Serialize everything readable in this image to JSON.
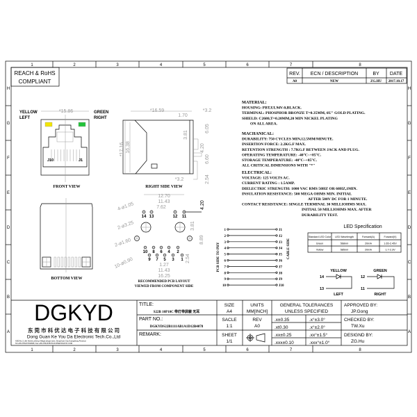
{
  "frame": {
    "columns": [
      "1",
      "2",
      "3",
      "4",
      "5",
      "6",
      "7",
      "8"
    ],
    "rows": [
      "H",
      "G",
      "F",
      "E",
      "D",
      "C",
      "B",
      "A"
    ]
  },
  "compliance": {
    "line1": "REACH & RoHS",
    "line2": "COMPLIANT"
  },
  "revision_table": {
    "headers": [
      "REV.",
      "ECN / DESCRIPTION",
      "BY",
      "DATE"
    ],
    "row": [
      "A0",
      "NEW",
      "ZG.HU",
      "2017.10.17"
    ]
  },
  "views": {
    "front": {
      "label": "FRONT VIEW",
      "yellow": "YELLOW",
      "left": "LEFT",
      "green": "GREEN",
      "right": "RIGHT",
      "width_dim": "*15.86",
      "pin_left": "J10",
      "pin_right": "J1"
    },
    "side": {
      "label": "RIGHT SIDE VIEW",
      "dims": [
        "*16.59",
        "1.70",
        "*3.2",
        "*17.16",
        "16.38",
        "3.81",
        "6.05",
        "4.20",
        "6.60",
        "2.54",
        "*3.2"
      ]
    },
    "bottom": {
      "label": "BOTTOM VIEW"
    },
    "pcb": {
      "line1": "RECOMMENDED PCB LAYOUT",
      "line2": "VIEWED FROM COMPONENT SIDE",
      "dims": [
        "12.70",
        "11.43",
        "7.62",
        "4.20",
        "3.81",
        "8.89",
        "2.54",
        "1.27",
        "11.43",
        "16.25"
      ],
      "callouts": [
        "4-ø1.05",
        "2-ø3.25",
        "2-ø1.60",
        "10-ø0.90"
      ],
      "pin_labels": [
        "14",
        "13",
        "12",
        "11",
        "10",
        "8",
        "6",
        "4",
        "2",
        "9",
        "7",
        "5",
        "3",
        "1"
      ]
    }
  },
  "specs": {
    "material": [
      "MATERIAL:",
      "HOUSING: PBT,UL94V-0,BLACK.",
      "TERMINAL: PHOSPHOR BRONZE T=0.35MM, 6U\" GOLD PLATING.",
      "SHIELD: C2680,T=0.20MM,20 MIN NICKEL PLATING",
      "ON ALL AREA."
    ],
    "mechanical": [
      "MACHANICAL:",
      "DURABILITY: 750 CYCLES MIN,12.5MM/MINUTE.",
      "INSERTION FORCE: 2.2KG.F MAX.",
      "RETENTION STRENGTH : 7.7KG.F BETWEEN JACK AND PLUG.",
      "OPERATING TEMPERATURE: -40°C~+85°C.",
      "STORAGE TEMPERATURE: -40°C~+85°C.",
      "ALL CRITICAL DIMENSIONS WITH \"*\""
    ],
    "electrical": [
      "ELECTRICAL:",
      "VOLTAGE: 125 VOLTS AC.",
      "CURRENT RATING : 1.5AMP.",
      "DIELECTRIC STRENGTH: 1000 VAC RMS 50HZ OR 60HZ,1MIN.",
      "INSULATION RESISTANCE: 500 MEGA OHMS MIN. INITIAL",
      "AFTER 500V DC FOR 1 MINUTE.",
      "CONTACT RESISTANCE: SINGLE TERMINAL 30 MILLIOHMS MAX.",
      "INITIAL 50 MILLIOHMS MAX. AFTER",
      "DURABILITY TEST."
    ]
  },
  "schematic": {
    "left_label": "PCB SIDE TO PHY",
    "right_label": "CABLE SIDE",
    "left_pins": [
      "1",
      "2",
      "3",
      "4",
      "5",
      "6",
      "7",
      "8",
      "9",
      "10"
    ],
    "right_pins": [
      "J1",
      "J2",
      "J3",
      "J4",
      "J5",
      "J6",
      "J7",
      "J8",
      "J9",
      "J10"
    ]
  },
  "led_spec": {
    "title": "LED Specification",
    "headers": [
      "Standard LED Color",
      "LED Wavelength",
      "Forward(A)",
      "Forward(V)"
    ],
    "rows": [
      [
        "Green",
        "568nm",
        "20mA",
        "1.65-2.45V"
      ],
      [
        "Yellow",
        "585nm",
        "20mA",
        "1.7-2.3V"
      ]
    ],
    "colors": {
      "yellow": "#f2e600",
      "green": "#22c43a"
    }
  },
  "led_circuit": {
    "yellow": {
      "label": "YELLOW",
      "side": "LEFT",
      "pin_a": "14",
      "pin_b": "13"
    },
    "green": {
      "label": "GREEN",
      "side": "RIGHT",
      "pin_a": "12",
      "pin_b": "11"
    }
  },
  "title_block": {
    "logo": "DGKYD",
    "company_cn": "东 莞 市 科 优 达 电 子 科 技 有 限 公 司",
    "company_en": "Dong Guan Ke You Da Electronic Tech.Co.,Ltd",
    "address": "ADD:No.1 Lifei Street,Linkeng Village,Qingxi town, DongGuan City,GuangDong Province",
    "contact": "Tel:+86-0769-87334608, Fax:+86-0769-87847129  WWW.DGKYD.COM",
    "title_label": "TITLE:",
    "title_value": "S22B  10P10C 带灯带屏蔽 无耳",
    "part_label": "PART NO.:",
    "part_value": "DGKYDS22B1111AB1A1D12B4078",
    "remark_label": "REMARK:",
    "size_label": "SIZE",
    "size_value": "A4",
    "scale_label": "SACLE",
    "scale_value": "1:1",
    "sheet_label": "SHEET",
    "sheet_value": "1/1",
    "units_label": "UNITS",
    "units_value": "MM[INCH]",
    "rev_label": "REV",
    "rev_value": "A0",
    "tol_title1": "GENERAL TOLERANCES",
    "tol_title2": "UNLESS SPECIFIED",
    "tolerances": [
      [
        ".x±0.35",
        ".x°±3.0°"
      ],
      [
        ".xt0.30",
        ".x°±2.0°"
      ],
      [
        ".xx±0.25",
        ".xx°±1.5°"
      ],
      [
        ".xxx±0.10",
        ".xxx°±1.0°"
      ]
    ],
    "approved_label": "APPROVED BY:",
    "approved_value": "JP.Gong",
    "checked_label": "CHECKED BY:",
    "checked_value": "TW.Xu",
    "designed_label": "DESIGND BY:",
    "designed_value": "ZG.Hu"
  }
}
